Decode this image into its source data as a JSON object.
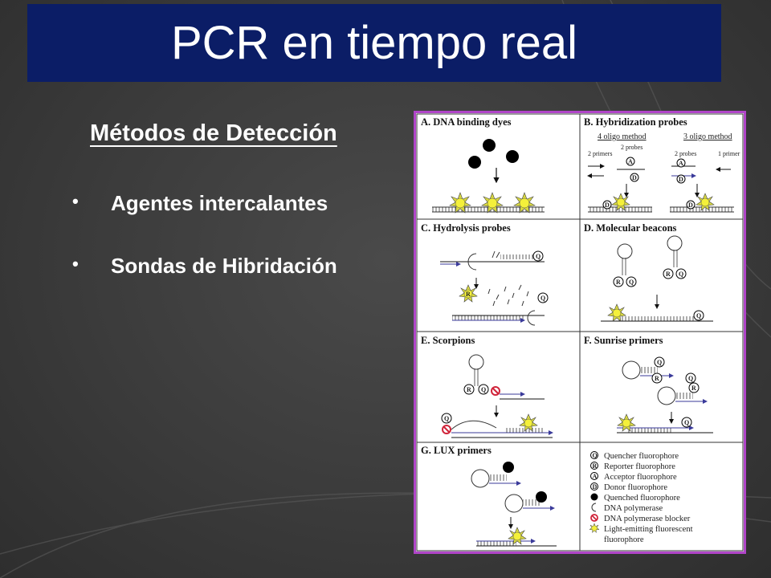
{
  "slide": {
    "title": "PCR en tiempo real",
    "subtitle": "Métodos de Detección",
    "bullets": [
      "Agentes intercalantes",
      "Sondas de Hibridación"
    ],
    "bullet_symbol": "•"
  },
  "figure": {
    "panels": [
      {
        "id": "A",
        "title": "A. DNA binding dyes"
      },
      {
        "id": "B",
        "title": "B. Hybridization probes"
      },
      {
        "id": "C",
        "title": "C. Hydrolysis probes"
      },
      {
        "id": "D",
        "title": "D. Molecular beacons"
      },
      {
        "id": "E",
        "title": "E. Scorpions"
      },
      {
        "id": "F",
        "title": "F. Sunrise primers"
      },
      {
        "id": "G",
        "title": "G. LUX primers"
      }
    ],
    "panel_b": {
      "method_4": "4 oligo method",
      "method_3": "3 oligo method",
      "label_2_primers": "2 primers",
      "label_2_probes": "2 probes",
      "label_2_probes_b": "2 probes",
      "label_1_primer": "1 primer"
    },
    "letters": {
      "quencher": "Q",
      "reporter": "R",
      "acceptor": "A",
      "donor": "D"
    },
    "legend": [
      {
        "symbol": "Q",
        "label": "Quencher fluorophore"
      },
      {
        "symbol": "R",
        "label": "Reporter fluorophore"
      },
      {
        "symbol": "A",
        "label": "Acceptor fluorophore"
      },
      {
        "symbol": "D",
        "label": "Donor fluorophore"
      },
      {
        "symbol": "",
        "label": "Quenched fluorophore"
      },
      {
        "symbol": "",
        "label": "DNA polymerase"
      },
      {
        "symbol": "",
        "label": "DNA polymerase blocker"
      },
      {
        "symbol": "",
        "label": "Light-emitting fluorescent"
      },
      {
        "symbol": "",
        "label": "fluorophore"
      }
    ],
    "colors": {
      "frame": "#b045c8",
      "sun": "#f4f03a",
      "arrow": "#3a3a9a",
      "blocker": "#d0243a"
    }
  }
}
